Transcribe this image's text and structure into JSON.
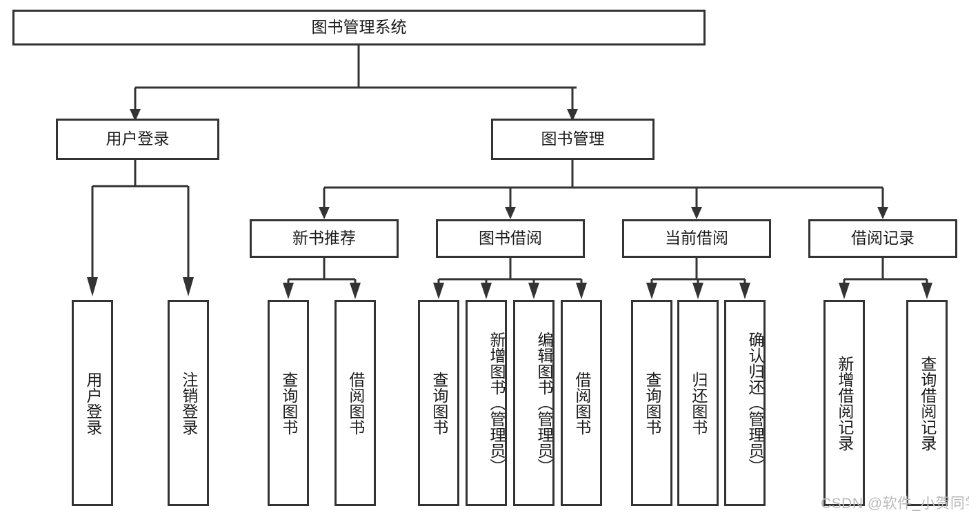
{
  "diagram": {
    "type": "tree-hierarchy-flowchart",
    "title": "图书管理系统",
    "orientation": "top-down",
    "background_color": "#ffffff",
    "stroke_color": "#333333",
    "text_color": "#1a1a1a",
    "nodes": {
      "root": {
        "label": "图书管理系统",
        "level": 0
      },
      "l1": [
        {
          "id": "user-login",
          "label": "用户登录",
          "level": 1
        },
        {
          "id": "book-manage",
          "label": "图书管理",
          "level": 1
        }
      ],
      "l2": [
        {
          "id": "new-book-rec",
          "label": "新书推荐",
          "level": 2,
          "parent": "book-manage"
        },
        {
          "id": "book-borrow",
          "label": "图书借阅",
          "level": 2,
          "parent": "book-manage"
        },
        {
          "id": "current-borrow",
          "label": "当前借阅",
          "level": 2,
          "parent": "book-manage"
        },
        {
          "id": "borrow-record",
          "label": "借阅记录",
          "level": 2,
          "parent": "book-manage"
        }
      ],
      "leaves": [
        {
          "id": "leaf-user-login",
          "label": "用户登录",
          "parent": "user-login"
        },
        {
          "id": "leaf-logout-login",
          "label": "注销登录",
          "parent": "user-login"
        },
        {
          "id": "leaf-query-book-1",
          "label": "查询图书",
          "parent": "new-book-rec"
        },
        {
          "id": "leaf-borrow-book-1",
          "label": "借阅图书",
          "parent": "new-book-rec"
        },
        {
          "id": "leaf-query-book-2",
          "label": "查询图书",
          "parent": "book-borrow"
        },
        {
          "id": "leaf-add-book",
          "label": "新增图书（管理员）",
          "parent": "book-borrow"
        },
        {
          "id": "leaf-edit-book",
          "label": "编辑图书（管理员）",
          "parent": "book-borrow"
        },
        {
          "id": "leaf-borrow-book-2",
          "label": "借阅图书",
          "parent": "book-borrow"
        },
        {
          "id": "leaf-query-book-3",
          "label": "查询图书",
          "parent": "current-borrow"
        },
        {
          "id": "leaf-return-book",
          "label": "归还图书",
          "parent": "current-borrow"
        },
        {
          "id": "leaf-confirm-return",
          "label": "确认归还（管理员）",
          "parent": "current-borrow"
        },
        {
          "id": "leaf-add-record",
          "label": "新增借阅记录",
          "parent": "borrow-record"
        },
        {
          "id": "leaf-query-record",
          "label": "查询借阅记录",
          "parent": "borrow-record"
        }
      ]
    },
    "watermark": "CSDN @软件_小贺同学"
  }
}
